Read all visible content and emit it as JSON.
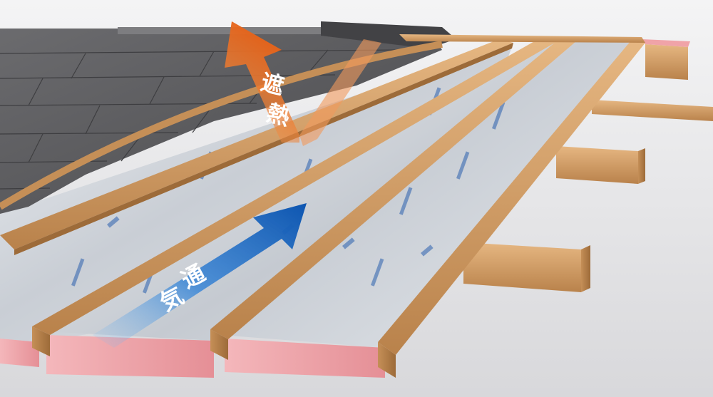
{
  "diagram": {
    "labels": {
      "heat_shield": [
        "遮",
        "熱"
      ],
      "ventilation": [
        "通",
        "気"
      ]
    },
    "colors": {
      "heat_arrow": "#e8661e",
      "vent_arrow": "#0f5fb8",
      "wood": "#d7a46a",
      "insulation_face": "#f0a3a8",
      "foil": "#d9dde2",
      "shingle": "#5b5b5e",
      "background": "#ececee"
    }
  }
}
